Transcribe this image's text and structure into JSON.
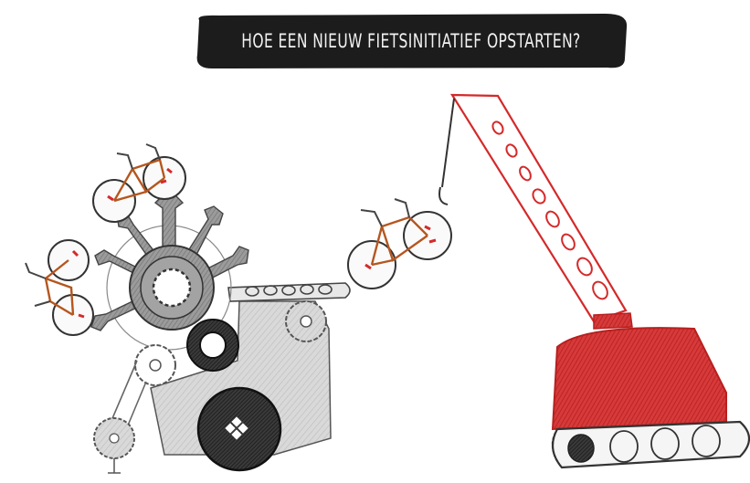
{
  "banner": {
    "title": "HOE EEN NIEUW FIETSINITIATIEF OPSTARTEN?"
  },
  "colors": {
    "banner_bg": "#1c1c1c",
    "crane_red": "#d42a2a",
    "bike_frame": "#b5561f",
    "pencil_grey": "#6d6d6d"
  },
  "illustration": {
    "machine": "gear-machine-illustration",
    "crane": "red-crane-illustration",
    "bikes": "bicycle-illustrations"
  }
}
